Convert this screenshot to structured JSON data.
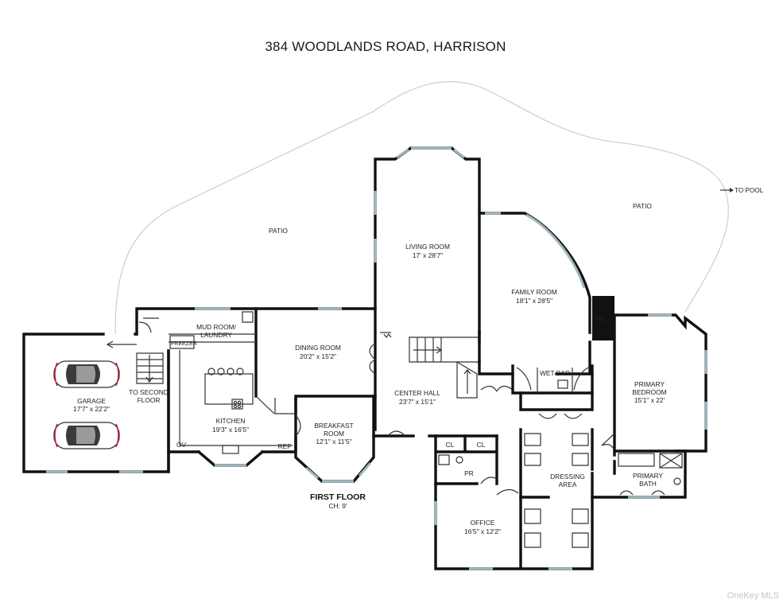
{
  "title": "384 WOODLANDS ROAD, HARRISON",
  "floor": {
    "name": "FIRST FLOOR",
    "ceiling": "CH: 9'"
  },
  "watermark": "OneKey MLS",
  "to_pool": "TO POOL",
  "colors": {
    "wall": "#111111",
    "window": "#9fb8bf",
    "patio_outline": "#c9c9c9",
    "car_accent": "#c0213a"
  },
  "labels": {
    "patio_left": "PATIO",
    "patio_right": "PATIO",
    "garage": {
      "name": "GARAGE",
      "dim": "17'7\" x 22'2\""
    },
    "to_second_floor": [
      "TO SECOND",
      "FLOOR"
    ],
    "mud_room": [
      "MUD ROOM/",
      "LAUNDRY"
    ],
    "freezer": "FREEZER",
    "kitchen": {
      "name": "KITCHEN",
      "dim": "19'3\" x 16'5\""
    },
    "ov": "OV",
    "ref": "REF",
    "dining_room": {
      "name": "DINING ROOM",
      "dim": "20'2\" x 15'2\""
    },
    "breakfast_room": {
      "name1": "BREAKFAST",
      "name2": "ROOM",
      "dim": "12'1\" x 11'5\""
    },
    "living_room": {
      "name": "LIVING ROOM",
      "dim": "17' x 28'7\""
    },
    "center_hall": {
      "name": "CENTER HALL",
      "dim": "23'7\" x 15'1\""
    },
    "family_room": {
      "name": "FAMILY ROOM",
      "dim": "18'1\" x 28'5\""
    },
    "fpl": "FPL",
    "wet_bar": "WET BAR",
    "primary_bedroom": {
      "name1": "PRIMARY",
      "name2": "BEDROOM",
      "dim": "15'1\" x 22'"
    },
    "cl1": "CL",
    "cl2": "CL",
    "pr": "PR",
    "dressing_area": [
      "DRESSING",
      "AREA"
    ],
    "primary_bath": [
      "PRIMARY",
      "BATH"
    ],
    "office": {
      "name": "OFFICE",
      "dim": "16'5\" x 12'2\""
    }
  }
}
